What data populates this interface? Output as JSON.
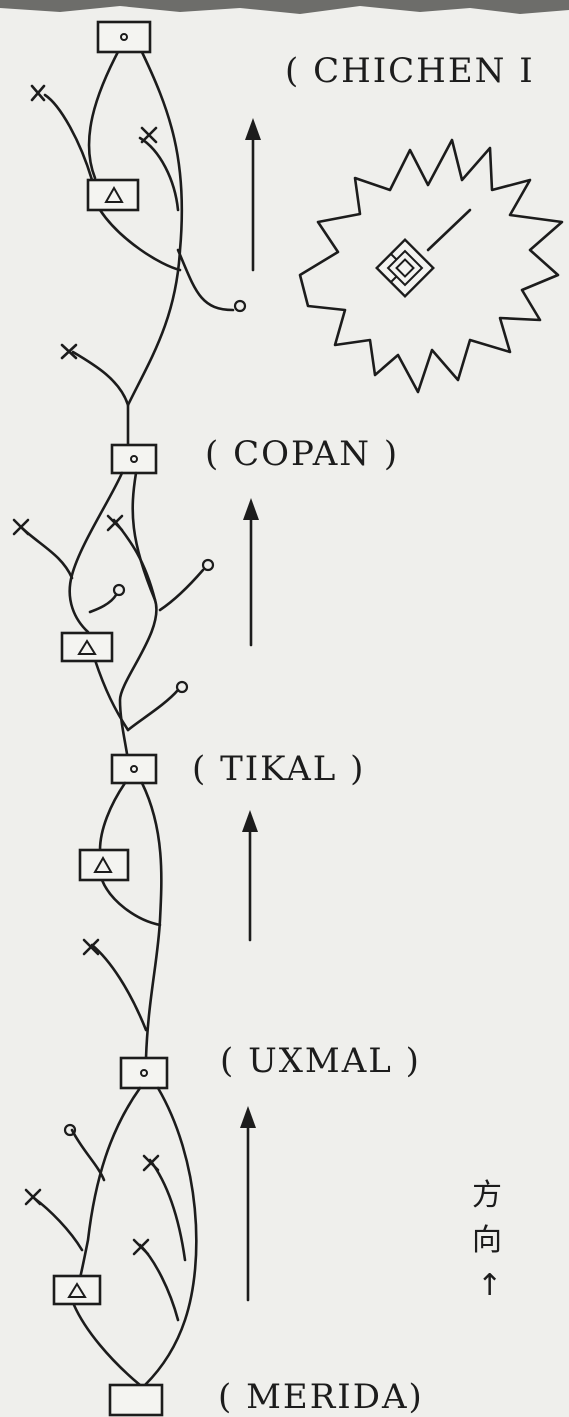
{
  "labels": {
    "chichen": "( CHICHEN I",
    "copan": "( COPAN  )",
    "tikal": "( TIKAL  )",
    "uxmal": "( UXMAL  )",
    "merida": "( MERIDA)"
  },
  "direction": {
    "char1": "方",
    "char2": "向",
    "arrow": "↑"
  },
  "symbols": {
    "circle_box": "○",
    "triangle_box": "△",
    "cross": "×",
    "end": "○"
  }
}
